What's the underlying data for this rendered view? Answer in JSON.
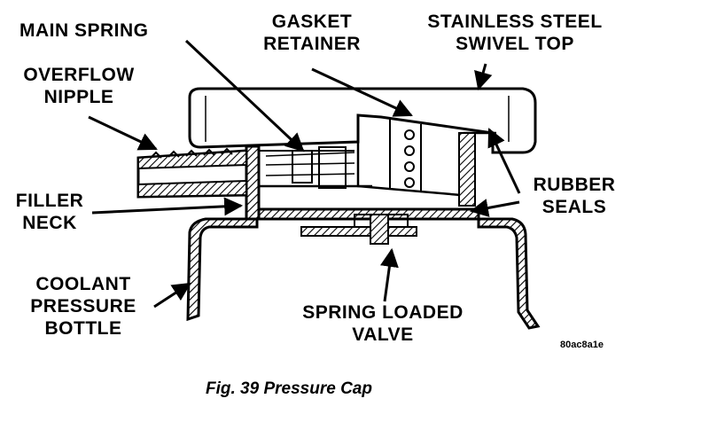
{
  "labels": {
    "main_spring": "MAIN SPRING",
    "gasket_retainer": [
      "GASKET",
      "RETAINER"
    ],
    "stainless_steel_swivel_top": [
      "STAINLESS STEEL",
      "SWIVEL TOP"
    ],
    "overflow_nipple": [
      "OVERFLOW",
      "NIPPLE"
    ],
    "filler_neck": [
      "FILLER",
      "NECK"
    ],
    "rubber_seals": [
      "RUBBER",
      "SEALS"
    ],
    "coolant_pressure_bottle": [
      "COOLANT",
      "PRESSURE",
      "BOTTLE"
    ],
    "spring_loaded_valve": [
      "SPRING LOADED",
      "VALVE"
    ]
  },
  "figure_code": "80ac8a1e",
  "caption": "Fig. 39 Pressure Cap"
}
